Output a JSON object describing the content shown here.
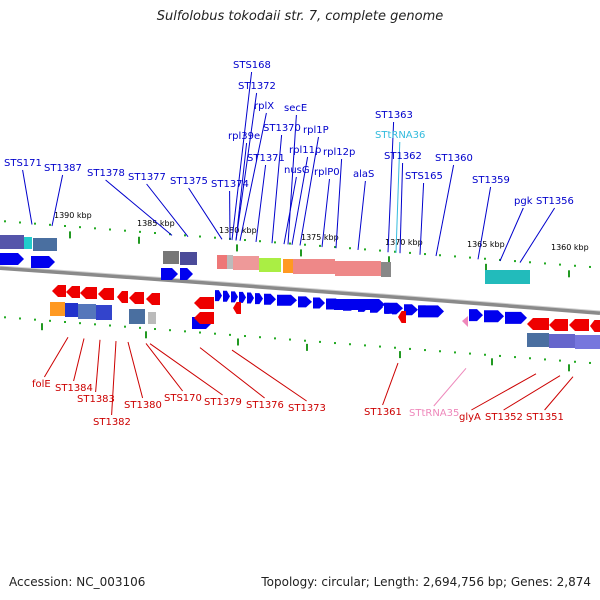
{
  "title": "Sulfolobus tokodaii str. 7, complete genome",
  "footer": {
    "accession": "Accession: NC_003106",
    "summary": "Topology: circular; Length: 2,694,756 bp; Genes: 2,874"
  },
  "scale_labels": [
    "1390 kbp",
    "1385 kbp",
    "1380 kbp",
    "1375 kbp",
    "1370 kbp",
    "1365 kbp",
    "1360 kbp"
  ],
  "colors": {
    "top_label": "#0000cc",
    "bottom_label": "#cc0000",
    "trna_top": "#33bbdd",
    "trna_bottom": "#ee88bb",
    "forward_gene": "#0000ee",
    "reverse_gene": "#ee0000"
  },
  "top_labels": [
    "STS168",
    "ST1372",
    "rplX",
    "secE",
    "rpl39e",
    "ST1370",
    "rpl1P",
    "STS171",
    "ST1387",
    "ST1378",
    "ST1377",
    "ST1375",
    "ST1374",
    "ST1371",
    "nusG",
    "rpl11p",
    "rpl12p",
    "rplP0",
    "alaS",
    "ST1363",
    "STtRNA36",
    "ST1362",
    "STS165",
    "ST1360",
    "ST1359",
    "pgk",
    "ST1356"
  ],
  "bottom_labels": [
    "folE",
    "ST1384",
    "ST1383",
    "ST1382",
    "ST1380",
    "STS170",
    "ST1379",
    "ST1376",
    "ST1373",
    "ST1361",
    "STtRNA35",
    "glyA",
    "ST1352",
    "ST1351"
  ]
}
